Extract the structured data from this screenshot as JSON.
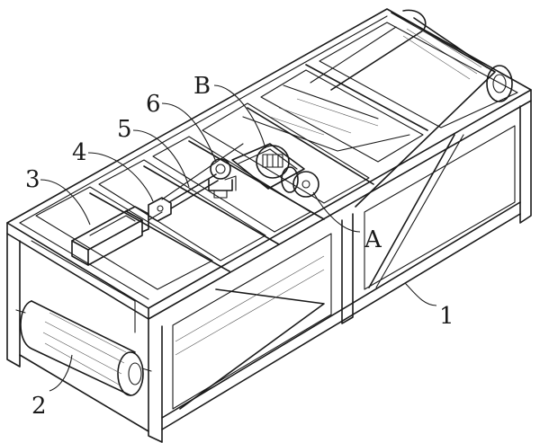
{
  "labels": {
    "frame": "1",
    "roller": "2",
    "cylinder": "3",
    "connector": "4",
    "rod": "5",
    "pulley": "6",
    "detail_a": "A",
    "detail_b": "B"
  }
}
